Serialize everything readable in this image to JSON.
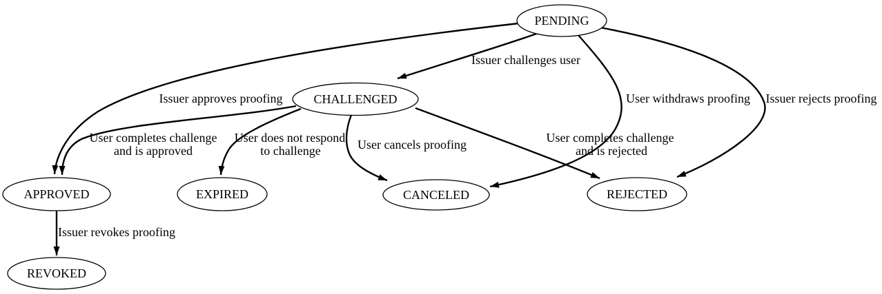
{
  "diagram": {
    "background": "#ffffff",
    "stroke_color": "#000000",
    "node_fill": "#ffffff",
    "text_color": "#000000"
  },
  "nodes": {
    "pending": {
      "label": "PENDING"
    },
    "challenged": {
      "label": "CHALLENGED"
    },
    "approved": {
      "label": "APPROVED"
    },
    "expired": {
      "label": "EXPIRED"
    },
    "canceled": {
      "label": "CANCELED"
    },
    "rejected": {
      "label": "REJECTED"
    },
    "revoked": {
      "label": "REVOKED"
    }
  },
  "edges": {
    "pending_challenged": {
      "from": "PENDING",
      "to": "CHALLENGED",
      "label": "Issuer challenges user"
    },
    "pending_approved": {
      "from": "PENDING",
      "to": "APPROVED",
      "label": "Issuer approves proofing"
    },
    "pending_canceled": {
      "from": "PENDING",
      "to": "CANCELED",
      "label": "User withdraws proofing"
    },
    "pending_rejected": {
      "from": "PENDING",
      "to": "REJECTED",
      "label": "Issuer rejects proofing"
    },
    "challenged_approved": {
      "from": "CHALLENGED",
      "to": "APPROVED",
      "label_line1": "User completes challenge",
      "label_line2": "and is approved"
    },
    "challenged_expired": {
      "from": "CHALLENGED",
      "to": "EXPIRED",
      "label_line1": "User does not respond",
      "label_line2": "to challenge"
    },
    "challenged_canceled": {
      "from": "CHALLENGED",
      "to": "CANCELED",
      "label": "User cancels proofing"
    },
    "challenged_rejected": {
      "from": "CHALLENGED",
      "to": "REJECTED",
      "label_line1": "User completes challenge",
      "label_line2": "and is rejected"
    },
    "approved_revoked": {
      "from": "APPROVED",
      "to": "REVOKED",
      "label": "Issuer revokes proofing"
    }
  }
}
